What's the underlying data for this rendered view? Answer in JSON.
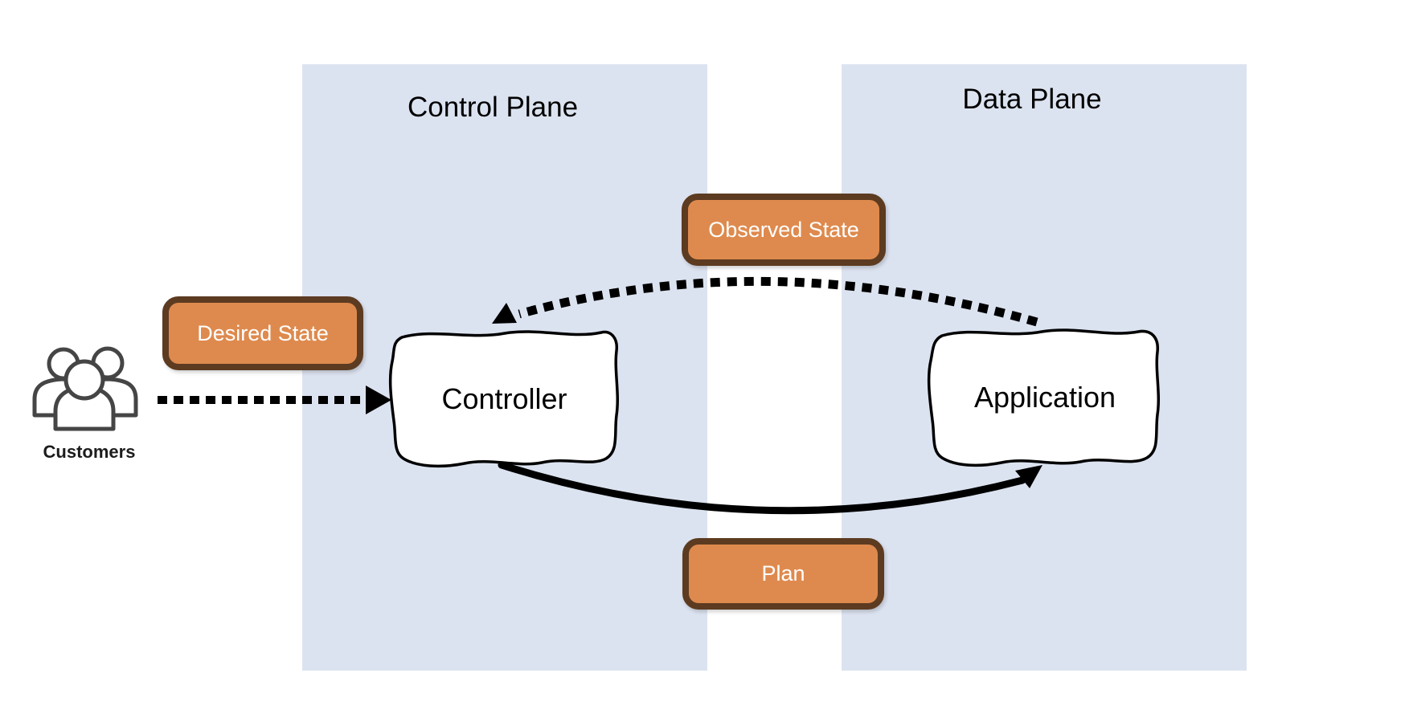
{
  "diagram": {
    "panels": [
      {
        "id": "control-plane",
        "label": "Control Plane"
      },
      {
        "id": "data-plane",
        "label": "Data Plane"
      }
    ],
    "actor": {
      "id": "customers",
      "label": "Customers"
    },
    "nodes": [
      {
        "id": "controller",
        "label": "Controller",
        "plane": "control-plane"
      },
      {
        "id": "application",
        "label": "Application",
        "plane": "data-plane"
      }
    ],
    "flows": [
      {
        "id": "desired-state",
        "label": "Desired State",
        "from": "customers",
        "to": "controller",
        "line": "dashed"
      },
      {
        "id": "observed-state",
        "label": "Observed State",
        "from": "application",
        "to": "controller",
        "line": "dashed"
      },
      {
        "id": "plan",
        "label": "Plan",
        "from": "controller",
        "to": "application",
        "line": "solid"
      }
    ],
    "colors": {
      "panel_fill": "#dce3f0",
      "badge_fill": "#de8a4e",
      "badge_border": "#5c3b21",
      "badge_text": "#ffffff",
      "node_fill": "#ffffff",
      "line": "#000000",
      "icon": "#454545",
      "text": "#000000"
    }
  }
}
